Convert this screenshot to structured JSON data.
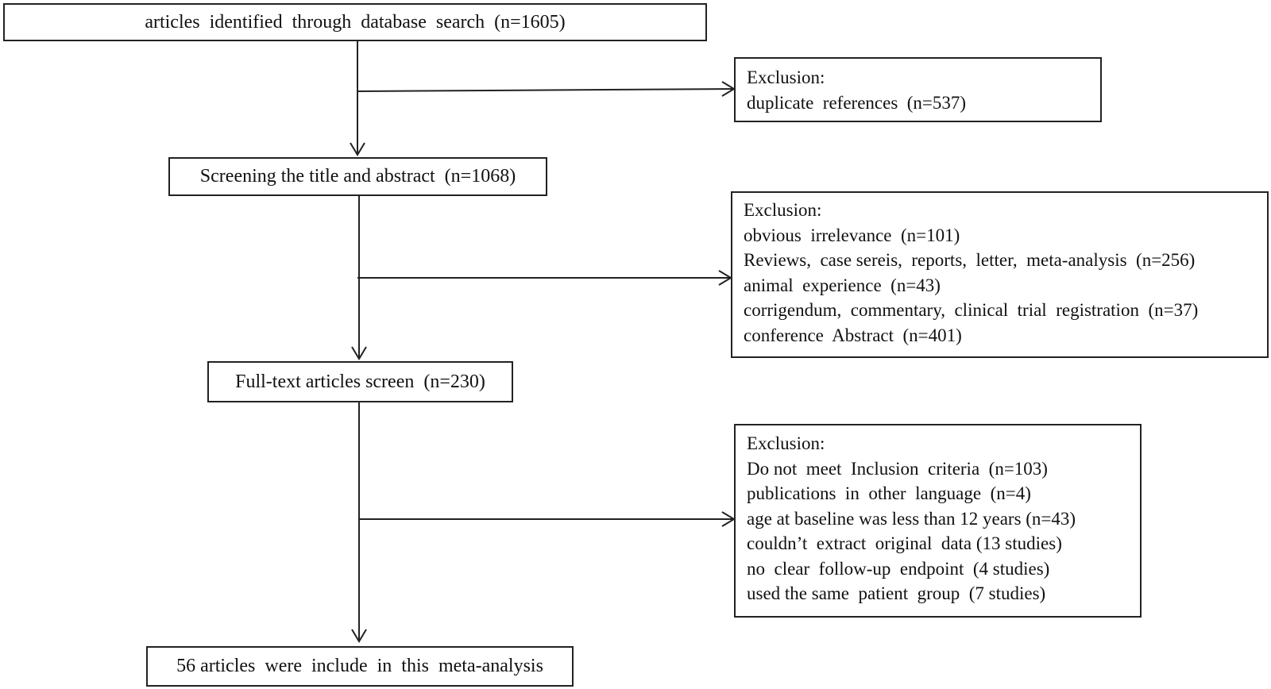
{
  "flow": {
    "identified": "articles  identified  through  database  search  (n=1605)",
    "screening": "Screening the title and abstract  (n=1068)",
    "fulltext": "Full-text articles screen  (n=230)",
    "included": "56 articles  were  include  in  this  meta-analysis"
  },
  "exclusions": {
    "first": {
      "heading": "Exclusion:",
      "items": [
        "duplicate  references  (n=537)"
      ]
    },
    "second": {
      "heading": "Exclusion:",
      "items": [
        "obvious  irrelevance  (n=101)",
        "Reviews,  case sereis,  reports,  letter,  meta-analysis  (n=256)",
        "animal  experience  (n=43)",
        "corrigendum,  commentary,  clinical  trial  registration  (n=37)",
        "conference  Abstract  (n=401)"
      ]
    },
    "third": {
      "heading": "Exclusion:",
      "items": [
        "Do not  meet  Inclusion  criteria  (n=103)",
        "publications  in  other  language  (n=4)",
        "age at baseline was less than 12 years (n=43)",
        "couldn’t  extract  original  data (13 studies)",
        "no  clear  follow-up  endpoint  (4 studies)",
        "used the same  patient  group  (7 studies)"
      ]
    }
  }
}
